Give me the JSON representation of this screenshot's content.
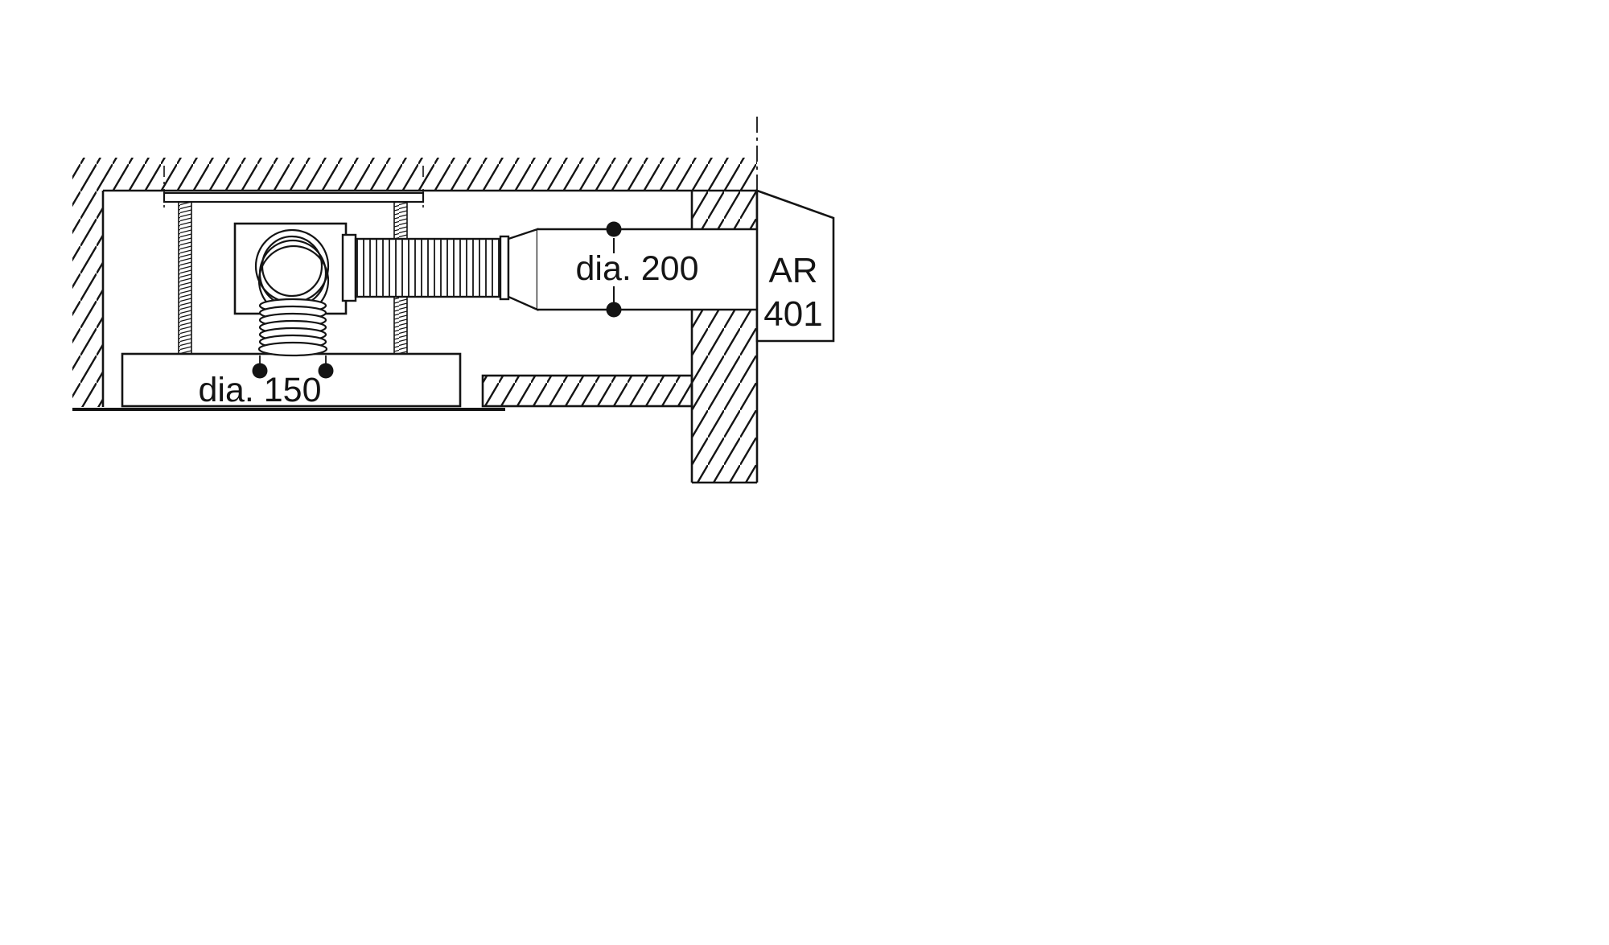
{
  "colors": {
    "ink": "#141414",
    "background": "#ffffff"
  },
  "diagram": {
    "annotations": {
      "flex_duct_diameter": "dia. 150",
      "round_duct_diameter": "dia. 200",
      "blower_model_line1": "AR",
      "blower_model_line2": "401"
    }
  }
}
